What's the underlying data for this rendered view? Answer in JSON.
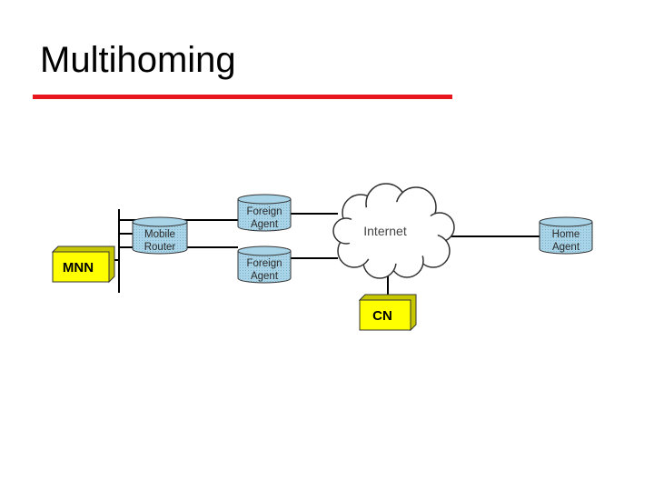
{
  "slide": {
    "title": "Multihoming"
  },
  "diagram": {
    "nodes": {
      "foreign_agent_1": [
        "Foreign",
        "Agent"
      ],
      "foreign_agent_2": [
        "Foreign",
        "Agent"
      ],
      "mobile_router": [
        "Mobile",
        "Router"
      ],
      "home_agent": [
        "Home",
        "Agent"
      ],
      "internet": "Internet",
      "mnn": "MNN",
      "cn": "CN"
    },
    "colors": {
      "accent_rule": "#e8161d",
      "cylinder_fill": "#a9d3e6",
      "box_fill": "#ffff00",
      "cloud_fill": "#ffffff",
      "line": "#000000"
    }
  }
}
